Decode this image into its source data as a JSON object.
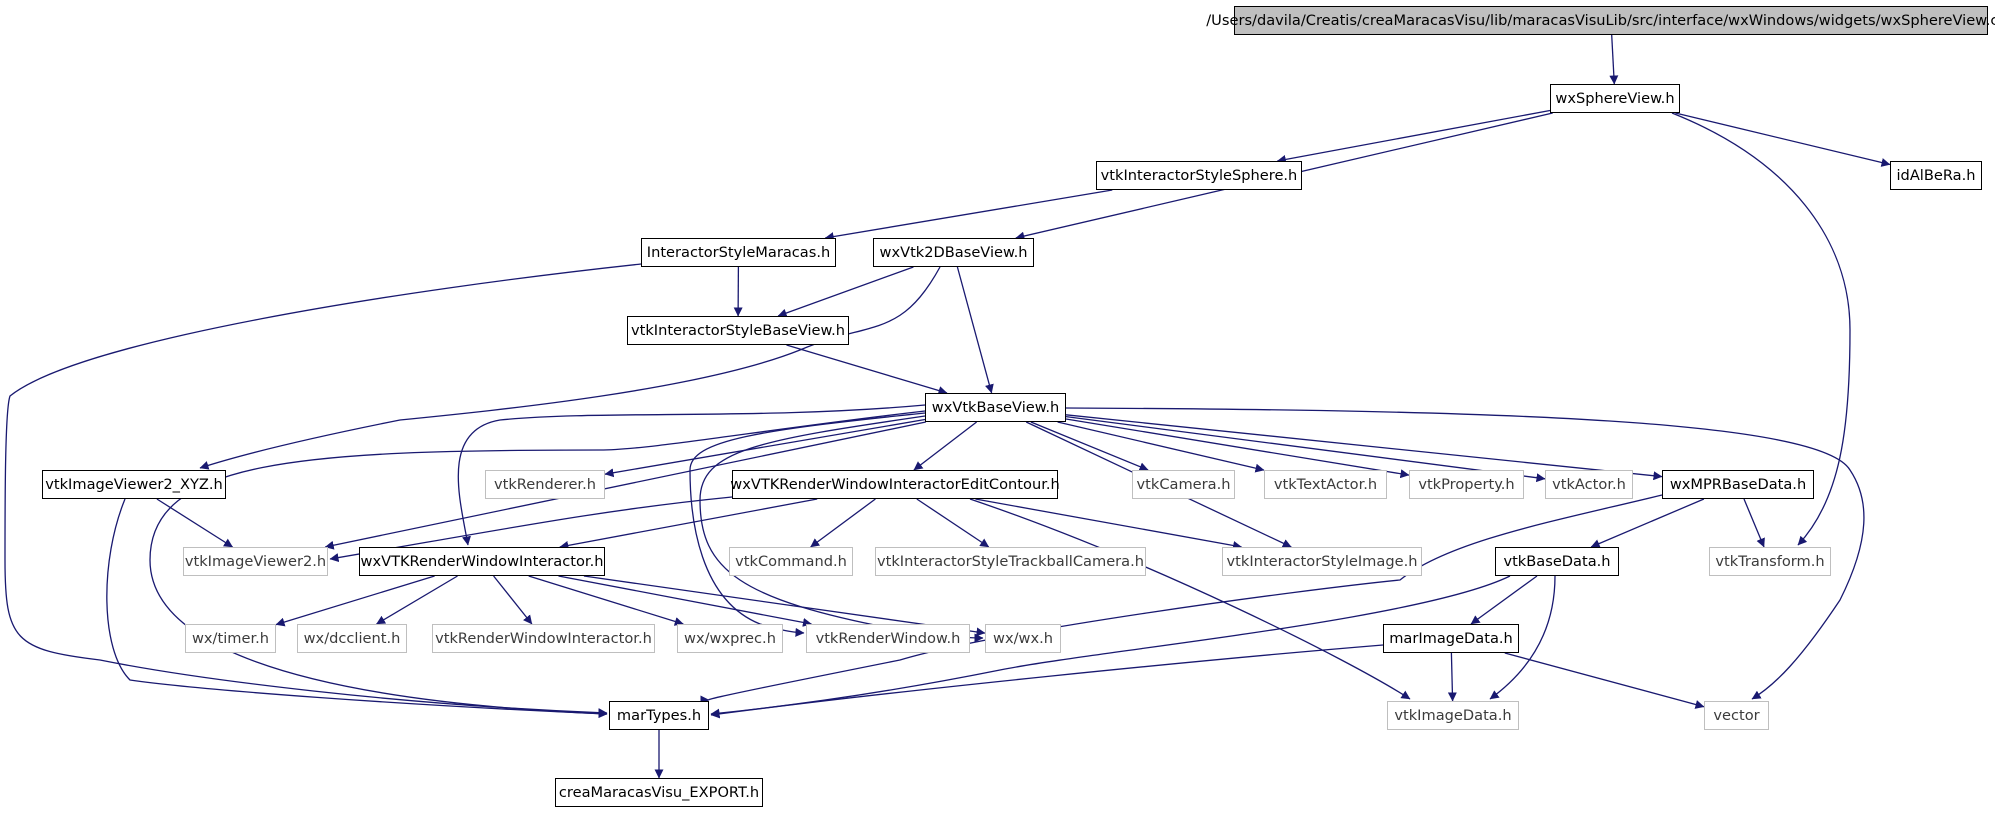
{
  "diagram": {
    "type": "include-dependency-graph",
    "edge_color": "#191970",
    "root_fill": "#bfbfbf",
    "external_border": "#bfbfbf",
    "nodes": [
      {
        "id": "root",
        "label": "/Users/davila/Creatis/creaMaracasVisu/lib/maracasVisuLib/src/interface/wxWindows/widgets/wxSphereView.cxx",
        "kind": "root"
      },
      {
        "id": "wxSphereView",
        "label": "wxSphereView.h",
        "kind": "local"
      },
      {
        "id": "vtkInteractorStyleSphere",
        "label": "vtkInteractorStyleSphere.h",
        "kind": "local"
      },
      {
        "id": "idAlBeRa",
        "label": "idAlBeRa.h",
        "kind": "local"
      },
      {
        "id": "InteractorStyleMaracas",
        "label": "InteractorStyleMaracas.h",
        "kind": "local"
      },
      {
        "id": "wxVtk2DBaseView",
        "label": "wxVtk2DBaseView.h",
        "kind": "local"
      },
      {
        "id": "vtkInteractorStyleBaseView",
        "label": "vtkInteractorStyleBaseView.h",
        "kind": "local"
      },
      {
        "id": "wxVtkBaseView",
        "label": "wxVtkBaseView.h",
        "kind": "local"
      },
      {
        "id": "vtkImageViewer2_XYZ",
        "label": "vtkImageViewer2_XYZ.h",
        "kind": "local"
      },
      {
        "id": "vtkRenderer",
        "label": "vtkRenderer.h",
        "kind": "external"
      },
      {
        "id": "wxVTKRenderWindowInteractorEditContour",
        "label": "wxVTKRenderWindowInteractorEditContour.h",
        "kind": "local"
      },
      {
        "id": "vtkCamera",
        "label": "vtkCamera.h",
        "kind": "external"
      },
      {
        "id": "vtkTextActor",
        "label": "vtkTextActor.h",
        "kind": "external"
      },
      {
        "id": "vtkProperty",
        "label": "vtkProperty.h",
        "kind": "external"
      },
      {
        "id": "vtkActor",
        "label": "vtkActor.h",
        "kind": "external"
      },
      {
        "id": "wxMPRBaseData",
        "label": "wxMPRBaseData.h",
        "kind": "local"
      },
      {
        "id": "vtkImageViewer2",
        "label": "vtkImageViewer2.h",
        "kind": "external"
      },
      {
        "id": "wxVTKRenderWindowInteractor",
        "label": "wxVTKRenderWindowInteractor.h",
        "kind": "local"
      },
      {
        "id": "vtkCommand",
        "label": "vtkCommand.h",
        "kind": "external"
      },
      {
        "id": "vtkInteractorStyleTrackballCamera",
        "label": "vtkInteractorStyleTrackballCamera.h",
        "kind": "external"
      },
      {
        "id": "vtkInteractorStyleImage",
        "label": "vtkInteractorStyleImage.h",
        "kind": "external"
      },
      {
        "id": "vtkBaseData",
        "label": "vtkBaseData.h",
        "kind": "local"
      },
      {
        "id": "vtkTransform",
        "label": "vtkTransform.h",
        "kind": "external"
      },
      {
        "id": "wx_timer",
        "label": "wx/timer.h",
        "kind": "external"
      },
      {
        "id": "wx_dcclient",
        "label": "wx/dcclient.h",
        "kind": "external"
      },
      {
        "id": "vtkRenderWindowInteractor",
        "label": "vtkRenderWindowInteractor.h",
        "kind": "external"
      },
      {
        "id": "wx_wxprec",
        "label": "wx/wxprec.h",
        "kind": "external"
      },
      {
        "id": "vtkRenderWindow",
        "label": "vtkRenderWindow.h",
        "kind": "external"
      },
      {
        "id": "wx_wx",
        "label": "wx/wx.h",
        "kind": "external"
      },
      {
        "id": "marImageData",
        "label": "marImageData.h",
        "kind": "local"
      },
      {
        "id": "marTypes",
        "label": "marTypes.h",
        "kind": "local"
      },
      {
        "id": "vtkImageData",
        "label": "vtkImageData.h",
        "kind": "external"
      },
      {
        "id": "vector",
        "label": "vector",
        "kind": "external"
      },
      {
        "id": "creaMaracasVisu_EXPORT",
        "label": "creaMaracasVisu_EXPORT.h",
        "kind": "local"
      }
    ],
    "edges": [
      [
        "root",
        "wxSphereView"
      ],
      [
        "wxSphereView",
        "vtkInteractorStyleSphere"
      ],
      [
        "wxSphereView",
        "wxVtk2DBaseView"
      ],
      [
        "wxSphereView",
        "idAlBeRa"
      ],
      [
        "wxSphereView",
        "vtkTransform"
      ],
      [
        "vtkInteractorStyleSphere",
        "InteractorStyleMaracas"
      ],
      [
        "InteractorStyleMaracas",
        "vtkInteractorStyleBaseView"
      ],
      [
        "InteractorStyleMaracas",
        "marTypes"
      ],
      [
        "wxVtk2DBaseView",
        "vtkInteractorStyleBaseView"
      ],
      [
        "wxVtk2DBaseView",
        "wxVtkBaseView"
      ],
      [
        "wxVtk2DBaseView",
        "vtkImageViewer2_XYZ"
      ],
      [
        "vtkInteractorStyleBaseView",
        "wxVtkBaseView"
      ],
      [
        "wxVtkBaseView",
        "vtkRenderer"
      ],
      [
        "wxVtkBaseView",
        "wxVTKRenderWindowInteractorEditContour"
      ],
      [
        "wxVtkBaseView",
        "vtkCamera"
      ],
      [
        "wxVtkBaseView",
        "vtkTextActor"
      ],
      [
        "wxVtkBaseView",
        "vtkProperty"
      ],
      [
        "wxVtkBaseView",
        "vtkActor"
      ],
      [
        "wxVtkBaseView",
        "wxMPRBaseData"
      ],
      [
        "wxVtkBaseView",
        "vtkImageViewer2"
      ],
      [
        "wxVtkBaseView",
        "wxVTKRenderWindowInteractor"
      ],
      [
        "wxVtkBaseView",
        "vtkInteractorStyleImage"
      ],
      [
        "wxVtkBaseView",
        "vtkRenderWindow"
      ],
      [
        "wxVtkBaseView",
        "wx_wx"
      ],
      [
        "wxVtkBaseView",
        "marTypes"
      ],
      [
        "wxVtkBaseView",
        "vector"
      ],
      [
        "vtkImageViewer2_XYZ",
        "vtkImageViewer2"
      ],
      [
        "vtkImageViewer2_XYZ",
        "marTypes"
      ],
      [
        "wxVTKRenderWindowInteractorEditContour",
        "vtkImageViewer2"
      ],
      [
        "wxVTKRenderWindowInteractorEditContour",
        "wxVTKRenderWindowInteractor"
      ],
      [
        "wxVTKRenderWindowInteractorEditContour",
        "vtkCommand"
      ],
      [
        "wxVTKRenderWindowInteractorEditContour",
        "vtkInteractorStyleTrackballCamera"
      ],
      [
        "wxVTKRenderWindowInteractorEditContour",
        "vtkInteractorStyleImage"
      ],
      [
        "wxVTKRenderWindowInteractorEditContour",
        "vtkImageData"
      ],
      [
        "wxVTKRenderWindowInteractor",
        "wx_timer"
      ],
      [
        "wxVTKRenderWindowInteractor",
        "wx_dcclient"
      ],
      [
        "wxVTKRenderWindowInteractor",
        "vtkRenderWindowInteractor"
      ],
      [
        "wxVTKRenderWindowInteractor",
        "wx_wxprec"
      ],
      [
        "wxVTKRenderWindowInteractor",
        "vtkRenderWindow"
      ],
      [
        "wxVTKRenderWindowInteractor",
        "wx_wx"
      ],
      [
        "wxMPRBaseData",
        "vtkBaseData"
      ],
      [
        "wxMPRBaseData",
        "vtkTransform"
      ],
      [
        "wxMPRBaseData",
        "marTypes"
      ],
      [
        "vtkBaseData",
        "marImageData"
      ],
      [
        "vtkBaseData",
        "vtkImageData"
      ],
      [
        "vtkBaseData",
        "marTypes"
      ],
      [
        "marImageData",
        "marTypes"
      ],
      [
        "marImageData",
        "vtkImageData"
      ],
      [
        "marImageData",
        "vector"
      ],
      [
        "marTypes",
        "creaMaracasVisu_EXPORT"
      ]
    ]
  }
}
